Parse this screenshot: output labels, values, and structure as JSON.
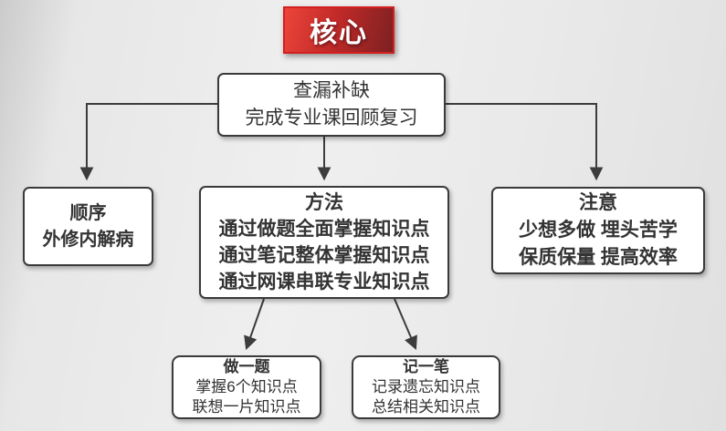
{
  "diagram": {
    "core": {
      "label": "核心"
    },
    "root": {
      "line1": "查漏补缺",
      "line2": "完成专业课回顾复习"
    },
    "order": {
      "title": "顺序",
      "line1": "外修内解病"
    },
    "method": {
      "title": "方法",
      "line1": "通过做题全面掌握知识点",
      "line2": "通过笔记整体掌握知识点",
      "line3": "通过网课串联专业知识点"
    },
    "attention": {
      "title": "注意",
      "line1": "少想多做 埋头苦学",
      "line2": "保质保量 提高效率"
    },
    "do_one": {
      "title": "做一题",
      "line1": "掌握6个知识点",
      "line2": "联想一片知识点"
    },
    "note_one": {
      "title": "记一笔",
      "line1": "记录遗忘知识点",
      "line2": "总结相关知识点"
    },
    "colors": {
      "core_gradient_start": "#ec453a",
      "core_gradient_end": "#7c2022",
      "core_border": "#d41f1f",
      "core_text": "#ffffff",
      "node_border": "#3a3a3a",
      "node_bg": "#ffffff",
      "node_text": "#333333",
      "connector": "#3c3c3c",
      "background": "#e9e9e9"
    }
  }
}
